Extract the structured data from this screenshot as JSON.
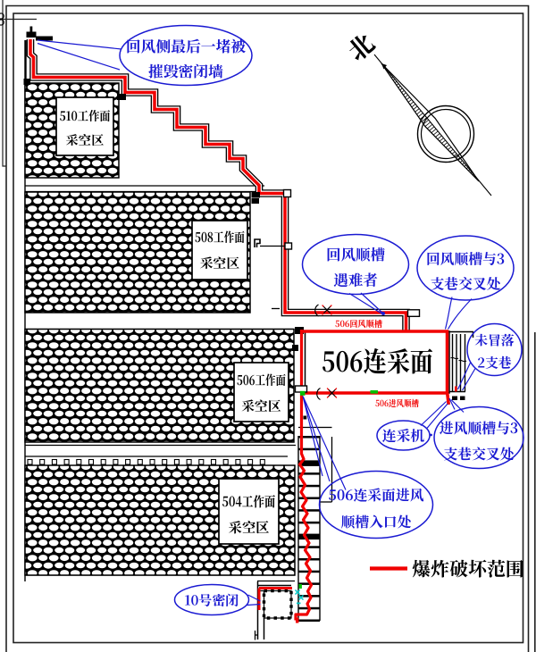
{
  "colors": {
    "damage_range": "#ff0000",
    "callout": "#1a1ad2",
    "ink": "#000000",
    "sensor_green": "#00c000",
    "victim_cyan": "#00c8c8",
    "background": "#ffffff"
  },
  "goafs": {
    "g510": {
      "line1": "510工作面",
      "line2": "采空区"
    },
    "g508": {
      "line1": "508工作面",
      "line2": "采空区"
    },
    "g506": {
      "line1": "506工作面",
      "line2": "采空区"
    },
    "g504": {
      "line1": "504工作面",
      "line2": "采空区"
    }
  },
  "face": {
    "label": "506连采面"
  },
  "airways": {
    "return_label": "506回风顺槽",
    "intake_label": "506进风顺槽"
  },
  "callouts": {
    "destroyed_seal": {
      "line1": "回风侧最后一堵被",
      "line2": "摧毁密闭墙"
    },
    "victims": {
      "line1": "回风顺槽",
      "line2": "遇难者"
    },
    "return_cross": {
      "line1": "回风顺槽与3",
      "line2": "支巷交叉处"
    },
    "uncollapsed": {
      "line1": "未冒落",
      "line2": "2支巷"
    },
    "miner": {
      "label": "连采机"
    },
    "intake_cross": {
      "line1": "进风顺槽与3",
      "line2": "支巷交叉处"
    },
    "inlet": {
      "line1": "506连采面进风",
      "line2": "顺槽入口处"
    },
    "seal10": {
      "label": "10号密闭"
    }
  },
  "legend": {
    "label": "爆炸破坏范围"
  },
  "compass": {
    "north_label": "北"
  }
}
